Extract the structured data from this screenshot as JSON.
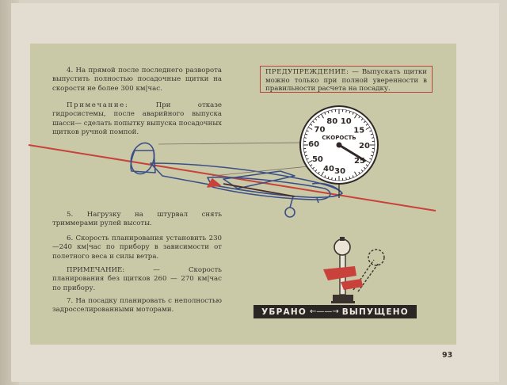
{
  "instructions": {
    "step4": "4. На прямой после последнего разворота выпустить полностью посадочные щитки на скорости не более 300 км|час.",
    "note1_label": "Примечание:",
    "note1_text": " При отказе гидросистемы, после аварийного выпуска шасси— сделать попытку выпуска посадочных щитков ручной помпой.",
    "step5": "5. Нагрузку на штурвал снять триммерами рулей высоты.",
    "step6": "6. Скорость планирования установить 230—240 км|час по прибору в зависимости от полетного веса и силы ветра.",
    "note2_label": "ПРИМЕЧАНИЕ:",
    "note2_text": " — Скорость планирования без щитков 260 — 270 км|час по прибору.",
    "step7": "7. На посадку планировать с неполностью задросселированными моторами."
  },
  "warning": {
    "label": "ПРЕДУПРЕЖДЕНИЕ:",
    "text": " — Выпускать щитки можно только при полной уверенности в правильности расчета на посадку."
  },
  "gauge": {
    "title": "СКОРОСТЬ",
    "numbers": [
      "80",
      "10",
      "70",
      "15",
      "60",
      "20",
      "50",
      "25",
      "40",
      "30"
    ],
    "needle_value": 23
  },
  "lever_legend": {
    "retracted": "УБРАНО",
    "arrow": "←——→",
    "extended": "ВЫПУЩЕНО"
  },
  "page_number": "93",
  "colors": {
    "plate": "#c9c9a8",
    "ink": "#3a322c",
    "accent_red": "#c8413a",
    "aircraft_blue": "#3b4f86"
  }
}
